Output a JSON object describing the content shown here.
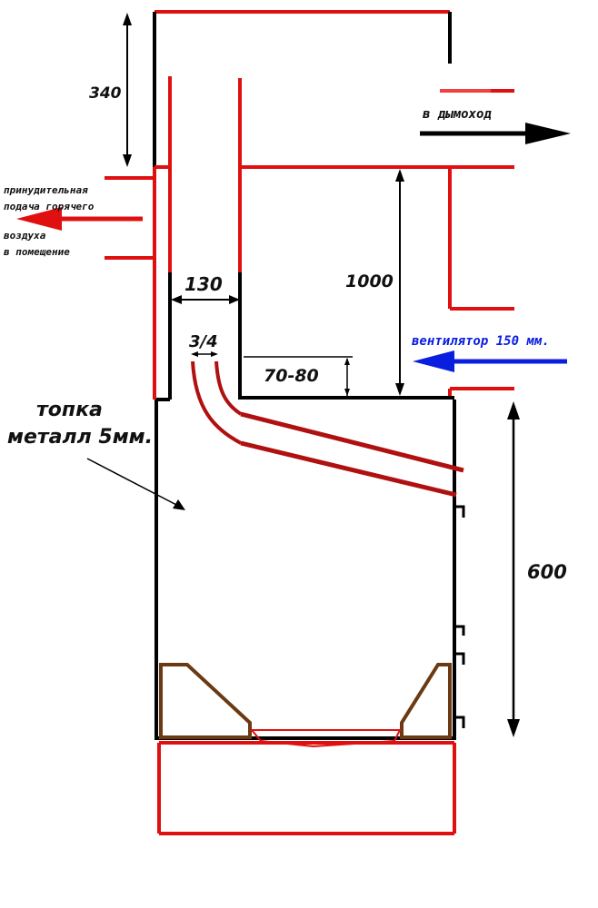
{
  "labels": {
    "dim_340": "340",
    "dim_130": "130",
    "dim_1000": "1000",
    "dim_70_80": "70-80",
    "dim_600": "600",
    "dim_3_4": "3/4",
    "chimney": "в дымоход",
    "hot_air_line1": "принудительная",
    "hot_air_line2": "подача горячего",
    "hot_air_line3": "воздуха",
    "hot_air_line4": "в помещение",
    "fan": "вентилятор 150 мм.",
    "firebox_line1": "топка",
    "firebox_line2": "металл 5мм."
  },
  "colors": {
    "red": "#e01010",
    "dark_red": "#b01010",
    "black": "#000000",
    "blue": "#0a1ee0",
    "brown": "#6b3a12",
    "pink": "#ff6060"
  },
  "icons": {
    "hot_air_arrow": "arrow-left-red",
    "chimney_arrow": "arrow-right-black",
    "fan_arrow": "arrow-left-blue"
  }
}
